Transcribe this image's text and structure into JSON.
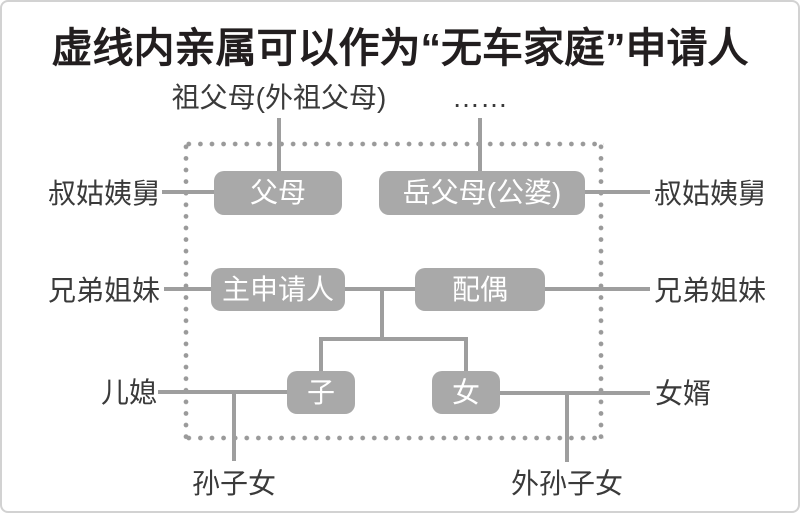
{
  "title": "虚线内亲属可以作为“无车家庭”申请人",
  "top": {
    "grandparents": "祖父母(外祖父母)",
    "ellipsis": "……"
  },
  "boxes": {
    "parents": "父母",
    "parents_in_law": "岳父母(公婆)",
    "main_applicant": "主申请人",
    "spouse": "配偶",
    "son": "子",
    "daughter": "女"
  },
  "left": {
    "uncles_aunts": "叔姑姨舅",
    "siblings": "兄弟姐妹",
    "daughter_in_law": "儿媳"
  },
  "right": {
    "uncles_aunts": "叔姑姨舅",
    "siblings": "兄弟姐妹",
    "son_in_law": "女婿"
  },
  "bottom": {
    "son_grandchildren": "孙子女",
    "daughter_grandchildren": "外孙子女"
  },
  "colors": {
    "box_fill": "#a9a9a9",
    "box_text": "#ffffff",
    "line": "#9e9e9e",
    "dot": "#9a9a9a",
    "label_text": "#3a3a3a",
    "title_text": "#221e1f",
    "frame_border": "#d2d2d2"
  }
}
